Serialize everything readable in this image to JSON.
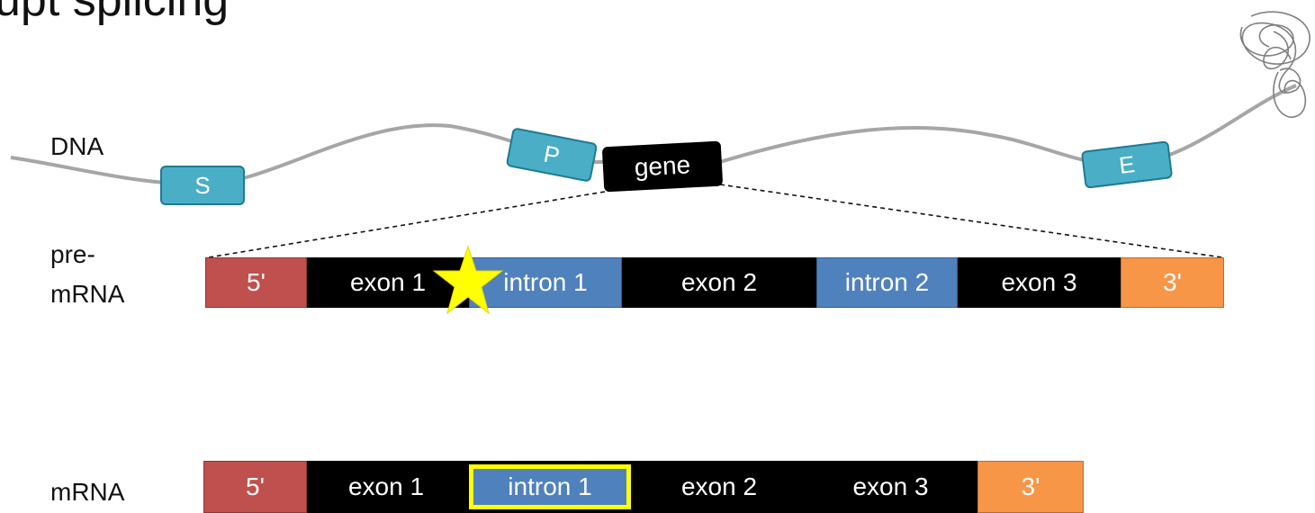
{
  "title": "upt splicing",
  "dna": {
    "label": "DNA",
    "elements": {
      "s": "S",
      "p": "P",
      "gene": "gene",
      "e": "E"
    }
  },
  "pre_mrna": {
    "label_line1": "pre-",
    "label_line2": "mRNA",
    "segments": [
      "5'",
      "exon 1",
      "intron 1",
      "exon 2",
      "intron 2",
      "exon 3",
      "3'"
    ]
  },
  "mrna": {
    "label": "mRNA",
    "segments": [
      "5'",
      "exon 1",
      "intron 1",
      "exon 2",
      "exon 3",
      "3'"
    ]
  },
  "colors": {
    "five_prime": "#c0504d",
    "exon": "#000000",
    "intron": "#4f81bd",
    "three_prime": "#f79646",
    "regulatory": "#4aaec6",
    "highlight": "#ffff00",
    "dna_line": "#a6a6a6"
  },
  "icons": [
    "star-icon",
    "chromatin-scribble-icon"
  ]
}
